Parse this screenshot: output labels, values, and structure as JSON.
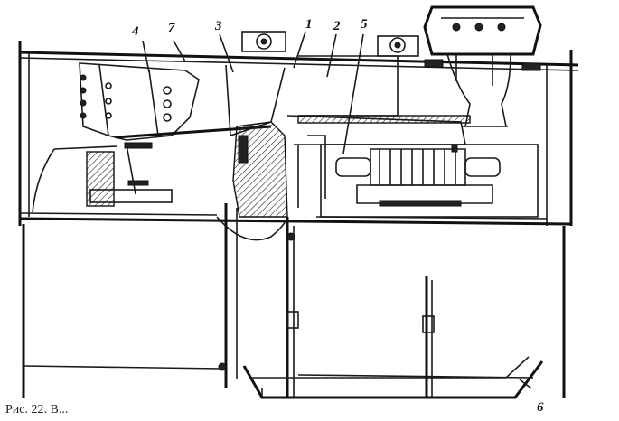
{
  "figure": {
    "labels": [
      {
        "text": "4"
      },
      {
        "text": "7"
      },
      {
        "text": "3"
      },
      {
        "text": "1"
      },
      {
        "text": "2"
      },
      {
        "text": "5"
      },
      {
        "text": "6"
      }
    ],
    "caption": "Рис. 22. В..."
  }
}
